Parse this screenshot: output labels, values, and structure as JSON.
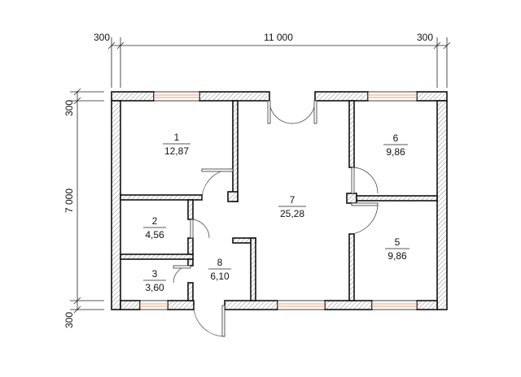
{
  "dimensions": {
    "top": [
      "300",
      "11 000",
      "300"
    ],
    "left": [
      "300",
      "7 000",
      "300"
    ]
  },
  "rooms": [
    {
      "number": "1",
      "area": "12,87"
    },
    {
      "number": "2",
      "area": "4,56"
    },
    {
      "number": "3",
      "area": "3,60"
    },
    {
      "number": "5",
      "area": "9,86"
    },
    {
      "number": "6",
      "area": "9,86"
    },
    {
      "number": "7",
      "area": "25,28"
    },
    {
      "number": "8",
      "area": "6,10"
    }
  ],
  "colors": {
    "wall_outline": "#111111",
    "window": "#e8a070",
    "background": "#ffffff"
  }
}
